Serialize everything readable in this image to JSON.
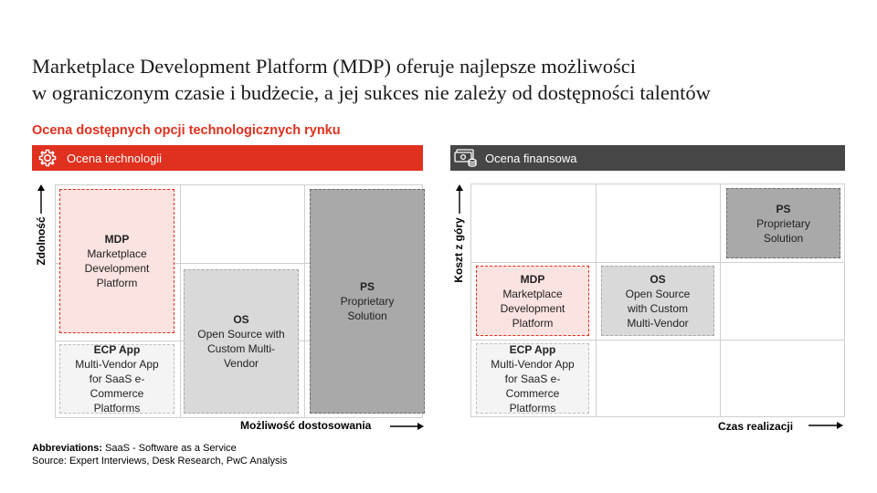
{
  "title": {
    "line1": "Marketplace Development Platform (MDP) oferuje najlepsze możliwości",
    "line2": "w ograniczonym czasie i budżecie, a jej sukces nie zależy od dostępności talentów"
  },
  "subtitle": "Ocena dostępnych opcji technologicznych rynku",
  "left_panel": {
    "header": "Ocena technologii",
    "header_icon": "gear-icon",
    "y_axis": "Zdolność",
    "x_axis": "Możliwość dostosowania",
    "boxes": {
      "mdp": {
        "title": "MDP",
        "lines": [
          "Marketplace",
          "Development",
          "Platform"
        ]
      },
      "os": {
        "title": "OS",
        "lines": [
          "Open Source with",
          "Custom Multi-",
          "Vendor"
        ]
      },
      "ps": {
        "title": "PS",
        "lines": [
          "Proprietary",
          "Solution"
        ]
      },
      "ecp": {
        "title": "ECP App",
        "lines": [
          "Multi-Vendor App",
          "for SaaS e-",
          "Commerce",
          "Platforms"
        ]
      }
    }
  },
  "right_panel": {
    "header": "Ocena finansowa",
    "header_icon": "money-icon",
    "y_axis": "Koszt z góry",
    "x_axis": "Czas realizacji",
    "boxes": {
      "ps": {
        "title": "PS",
        "lines": [
          "Proprietary",
          "Solution"
        ]
      },
      "mdp": {
        "title": "MDP",
        "lines": [
          "Marketplace",
          "Development",
          "Platform"
        ]
      },
      "os": {
        "title": "OS",
        "lines": [
          "Open Source",
          "with Custom",
          "Multi-Vendor"
        ]
      },
      "ecp": {
        "title": "ECP App",
        "lines": [
          "Multi-Vendor App",
          "for SaaS e-",
          "Commerce",
          "Platforms"
        ]
      }
    }
  },
  "footer": {
    "abbr_label": "Abbreviations:",
    "abbr_text": "SaaS - Software as a Service",
    "source": "Source: Expert Interviews, Desk Research, PwC Analysis"
  },
  "colors": {
    "accent_red": "#e0301e",
    "dark_header": "#464646",
    "pink_fill": "#fbe3e1",
    "light_gray_fill": "#d9d9d9",
    "mid_gray_fill": "#a9a9a9"
  }
}
